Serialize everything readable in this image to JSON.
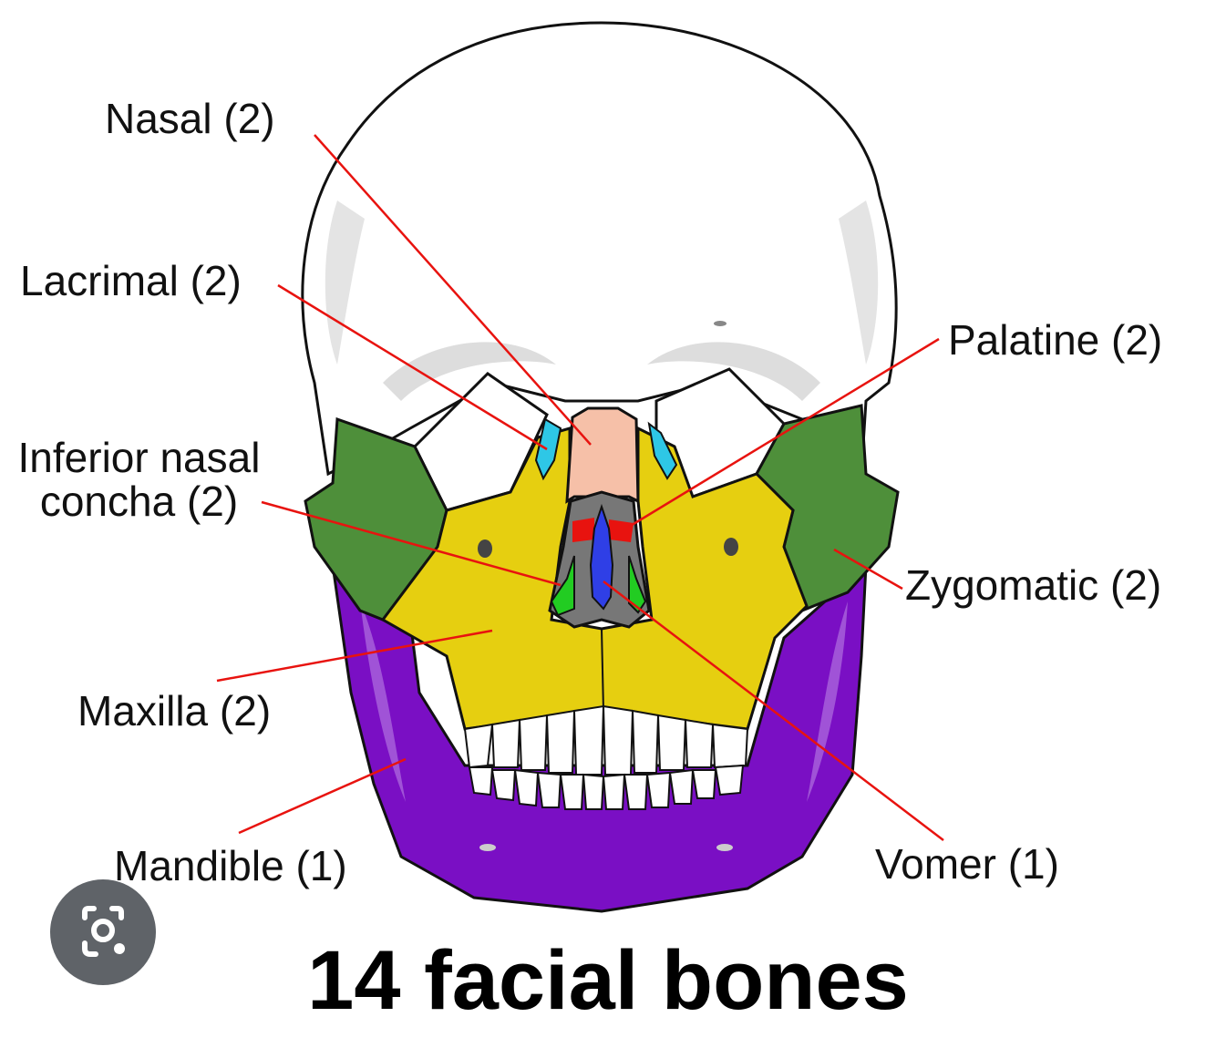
{
  "labels": {
    "nasal": "Nasal (2)",
    "lacrimal": "Lacrimal (2)",
    "inferior_line1": "Inferior nasal",
    "inferior_line2": "concha (2)",
    "maxilla": "Maxilla (2)",
    "mandible": "Mandible (1)",
    "palatine": "Palatine (2)",
    "zygomatic": "Zygomatic (2)",
    "vomer": "Vomer (1)"
  },
  "caption": "14 facial bones",
  "colors": {
    "nasal": "#f6c0a8",
    "lacrimal": "#2ec7e6",
    "inferior_nasal_concha": "#22cc22",
    "maxilla": "#e6cf10",
    "mandible": "#7a0fc4",
    "palatine": "#e8130f",
    "zygomatic": "#4e8f3a",
    "vomer": "#2f3fe6",
    "leader_line": "#e8130f",
    "lens_button": "#5f6368"
  },
  "icons": {
    "lens": "google-lens-icon"
  }
}
